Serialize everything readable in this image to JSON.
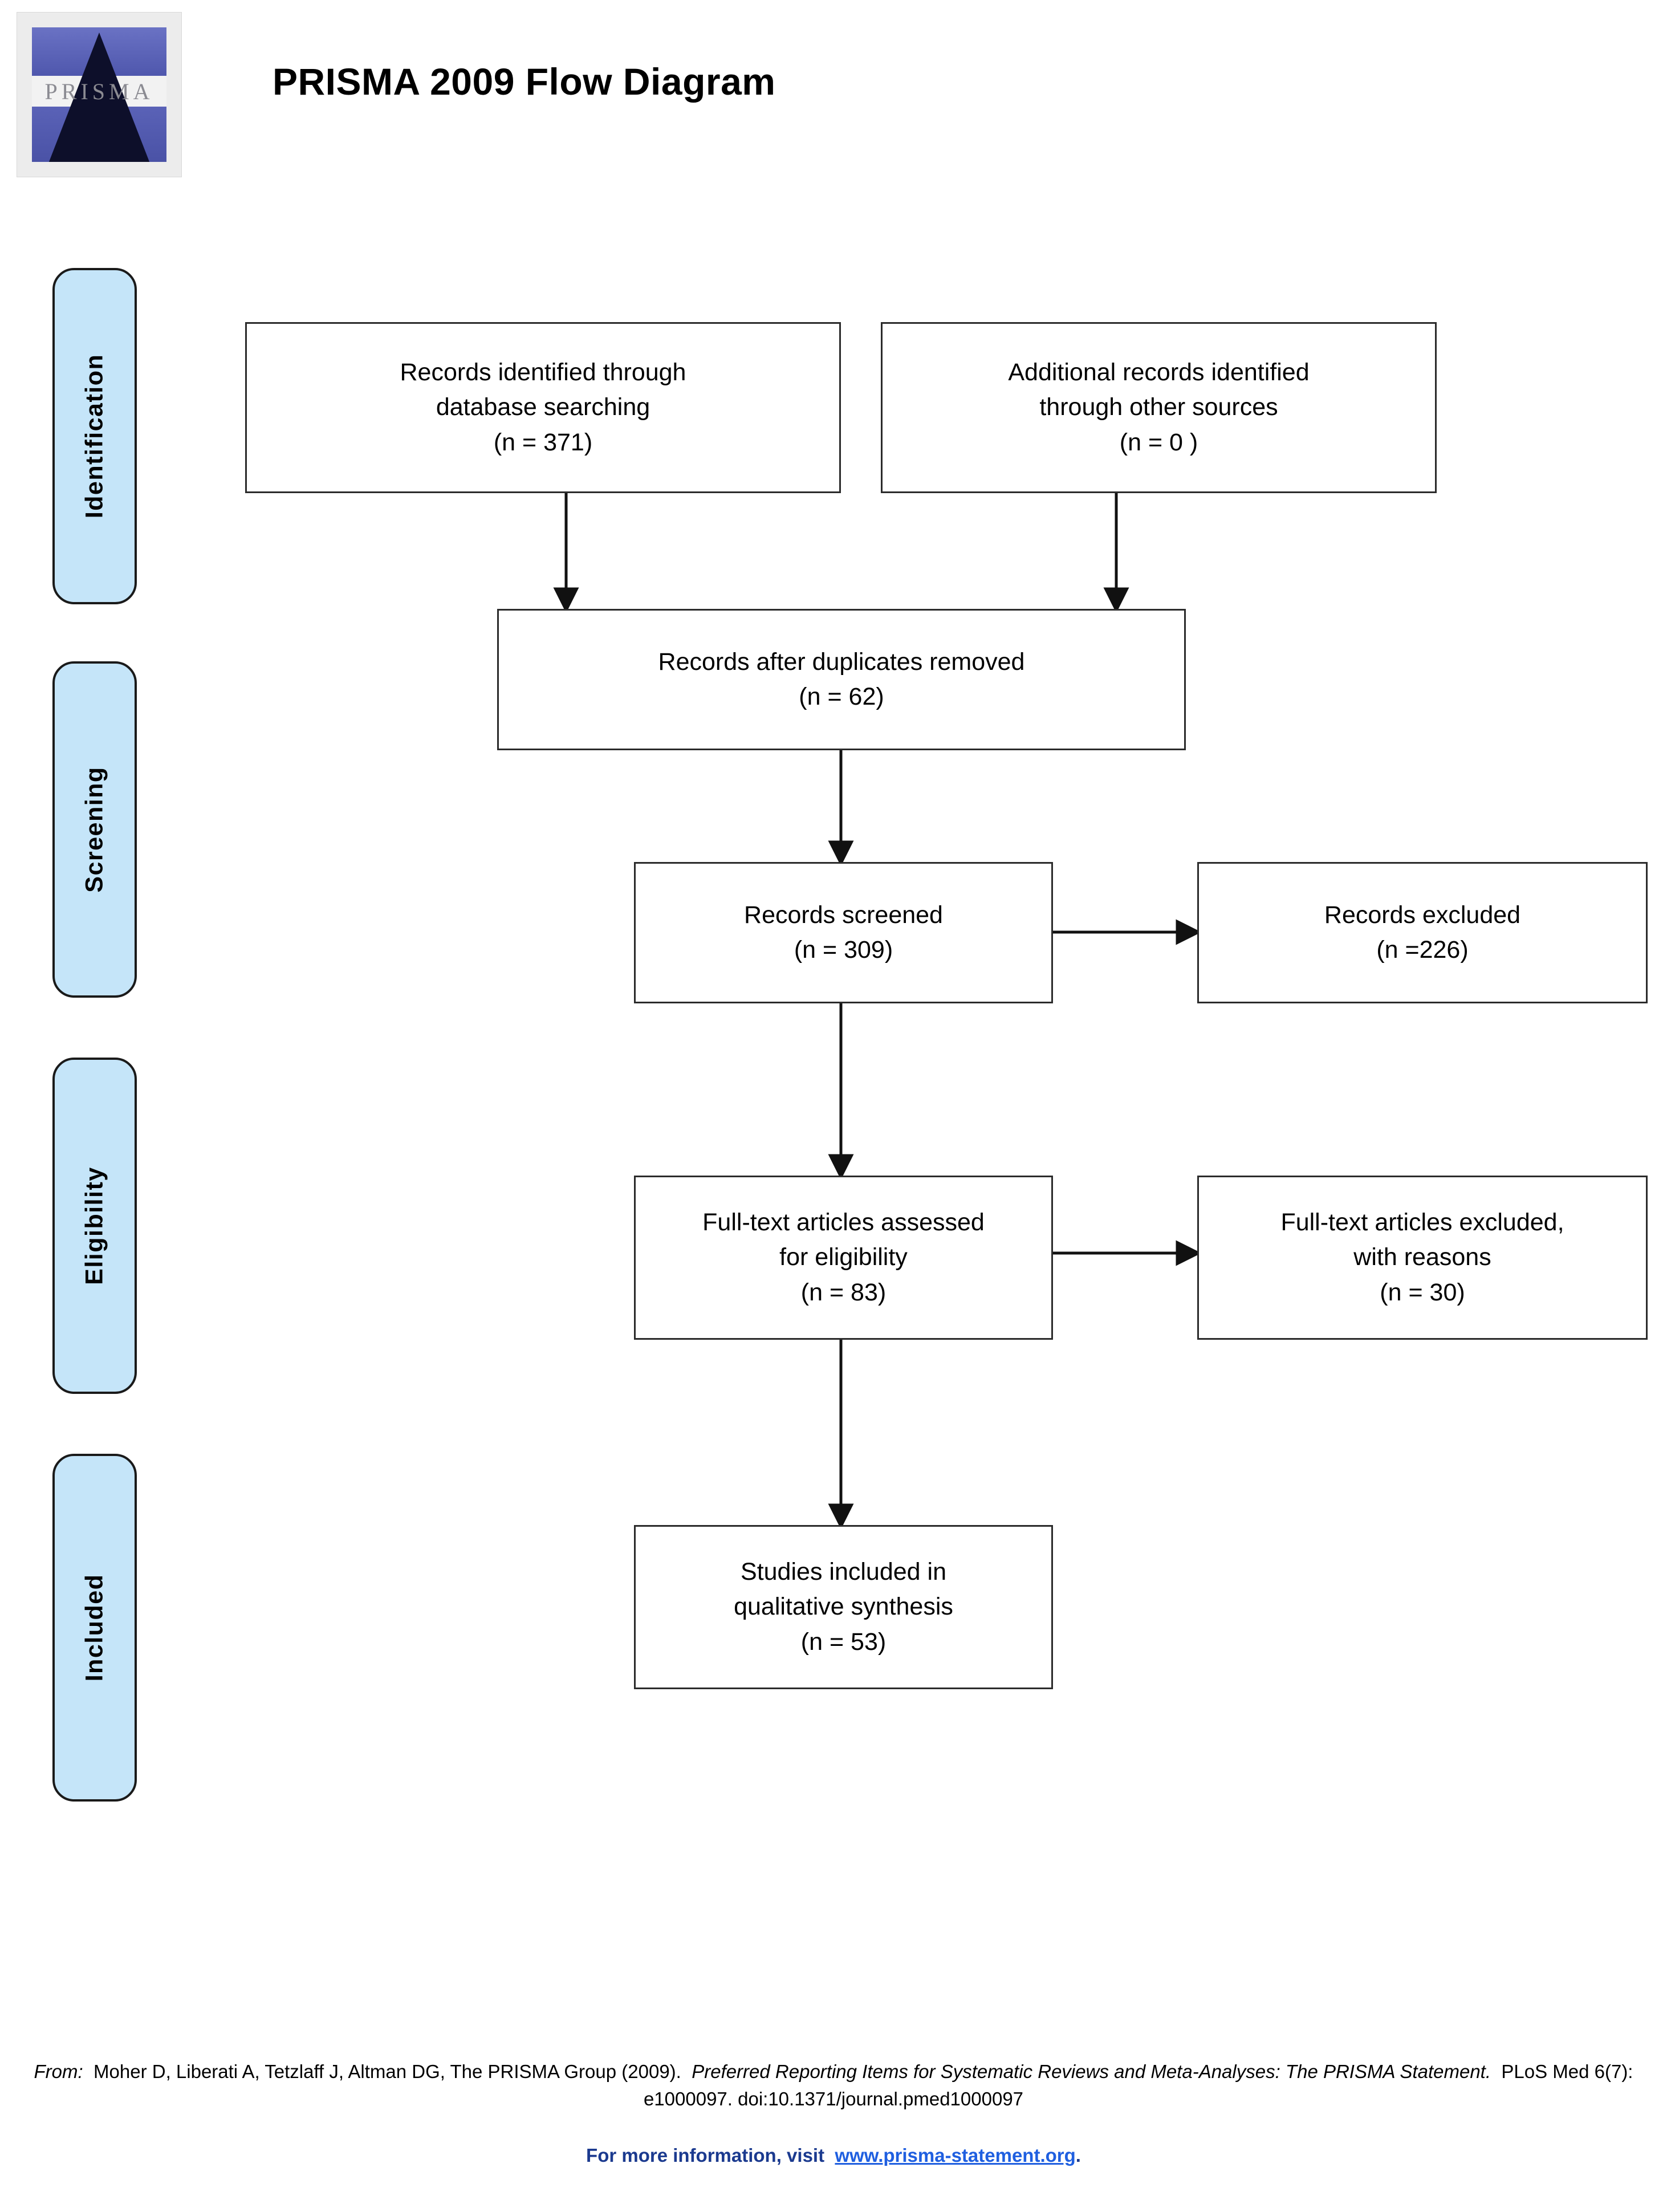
{
  "header": {
    "logo_word": "PRISMA",
    "logo_name": "prisma-logo",
    "title": "PRISMA 2009 Flow Diagram"
  },
  "phases": [
    {
      "label": "Identification",
      "name": "phase-identification"
    },
    {
      "label": "Screening",
      "name": "phase-screening"
    },
    {
      "label": "Eligibility",
      "name": "phase-eligibility"
    },
    {
      "label": "Included",
      "name": "phase-included"
    }
  ],
  "boxes": {
    "db_search": {
      "name": "box-records-identified-database",
      "l1": "Records identified through",
      "l2": "database searching",
      "l3": "(n = 371)"
    },
    "other_sources": {
      "name": "box-additional-records-other-sources",
      "l1": "Additional records identified",
      "l2": "through other sources",
      "l3": "(n = 0 )"
    },
    "duplicates": {
      "name": "box-records-after-duplicates-removed",
      "l1": "Records after duplicates removed",
      "l2": "(n = 62)"
    },
    "screened": {
      "name": "box-records-screened",
      "l1": "Records screened",
      "l2": "(n = 309)"
    },
    "excluded": {
      "name": "box-records-excluded",
      "l1": "Records excluded",
      "l2": "(n =226)"
    },
    "fulltext": {
      "name": "box-fulltext-assessed",
      "l1": "Full-text articles assessed",
      "l2": "for eligibility",
      "l3": "(n = 83)"
    },
    "fulltext_excluded": {
      "name": "box-fulltext-excluded",
      "l1": "Full-text articles excluded,",
      "l2": "with reasons",
      "l3": "(n = 30)"
    },
    "included": {
      "name": "box-studies-included-qualitative",
      "l1": "Studies included in",
      "l2": "qualitative synthesis",
      "l3": "(n = 53)"
    }
  },
  "footer": {
    "from_label": "From:",
    "citation_part1": "Moher D, Liberati A, Tetzlaff J, Altman DG, The PRISMA Group (2009).",
    "citation_italic": "Preferred Reporting Items for Systematic Reviews and Meta-Analyses: The PRISMA Statement.",
    "citation_part2": "PLoS Med 6(7): e1000097. doi:10.1371/journal.pmed1000097",
    "more_info_prefix": "For more information, visit",
    "link_text": "www.prisma-statement.org",
    "link_suffix": "."
  },
  "chart_data": {
    "type": "diagram",
    "title": "PRISMA 2009 Flow Diagram",
    "nodes": [
      {
        "id": "db_search",
        "phase": "Identification",
        "label": "Records identified through database searching",
        "n": 371
      },
      {
        "id": "other_sources",
        "phase": "Identification",
        "label": "Additional records identified through other sources",
        "n": 0
      },
      {
        "id": "duplicates",
        "phase": "Screening",
        "label": "Records after duplicates removed",
        "n": 62
      },
      {
        "id": "screened",
        "phase": "Screening",
        "label": "Records screened",
        "n": 309
      },
      {
        "id": "excluded",
        "phase": "Screening",
        "label": "Records excluded",
        "n": 226
      },
      {
        "id": "fulltext",
        "phase": "Eligibility",
        "label": "Full-text articles assessed for eligibility",
        "n": 83
      },
      {
        "id": "fulltext_excluded",
        "phase": "Eligibility",
        "label": "Full-text articles excluded, with reasons",
        "n": 30
      },
      {
        "id": "included",
        "phase": "Included",
        "label": "Studies included in qualitative synthesis",
        "n": 53
      }
    ],
    "edges": [
      {
        "from": "db_search",
        "to": "duplicates"
      },
      {
        "from": "other_sources",
        "to": "duplicates"
      },
      {
        "from": "duplicates",
        "to": "screened"
      },
      {
        "from": "screened",
        "to": "excluded"
      },
      {
        "from": "screened",
        "to": "fulltext"
      },
      {
        "from": "fulltext",
        "to": "fulltext_excluded"
      },
      {
        "from": "fulltext",
        "to": "included"
      }
    ],
    "colors": {
      "phase_chip": "#c5e5f9",
      "box_border": "#2b2b2b",
      "link": "#1f5fe0"
    }
  }
}
